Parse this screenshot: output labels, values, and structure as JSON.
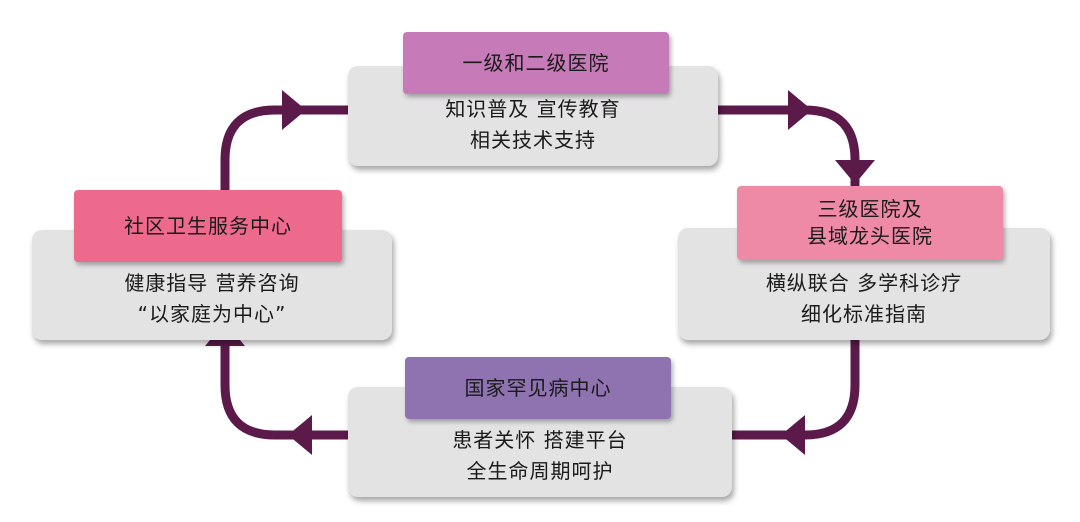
{
  "colors": {
    "connector": "#5b1a4a",
    "card_bg": "#e4e3e4",
    "label_top": "#c67ab8",
    "label_right": "#ee89a6",
    "label_bottom": "#8e73b0",
    "label_left": "#ee6a8d"
  },
  "nodes": {
    "top": {
      "title": [
        "一级和二级医院"
      ],
      "lines": [
        "知识普及  宣传教育",
        "相关技术支持"
      ]
    },
    "right": {
      "title": [
        "三级医院及",
        "县域龙头医院"
      ],
      "lines": [
        "横纵联合  多学科诊疗",
        "细化标准指南"
      ]
    },
    "bottom": {
      "title": [
        "国家罕见病中心"
      ],
      "lines": [
        "患者关怀  搭建平台",
        "全生命周期呵护"
      ]
    },
    "left": {
      "title": [
        "社区卫生服务中心"
      ],
      "lines": [
        "健康指导  营养咨询",
        "“以家庭为中心”"
      ]
    }
  },
  "cycle_direction": "clockwise"
}
